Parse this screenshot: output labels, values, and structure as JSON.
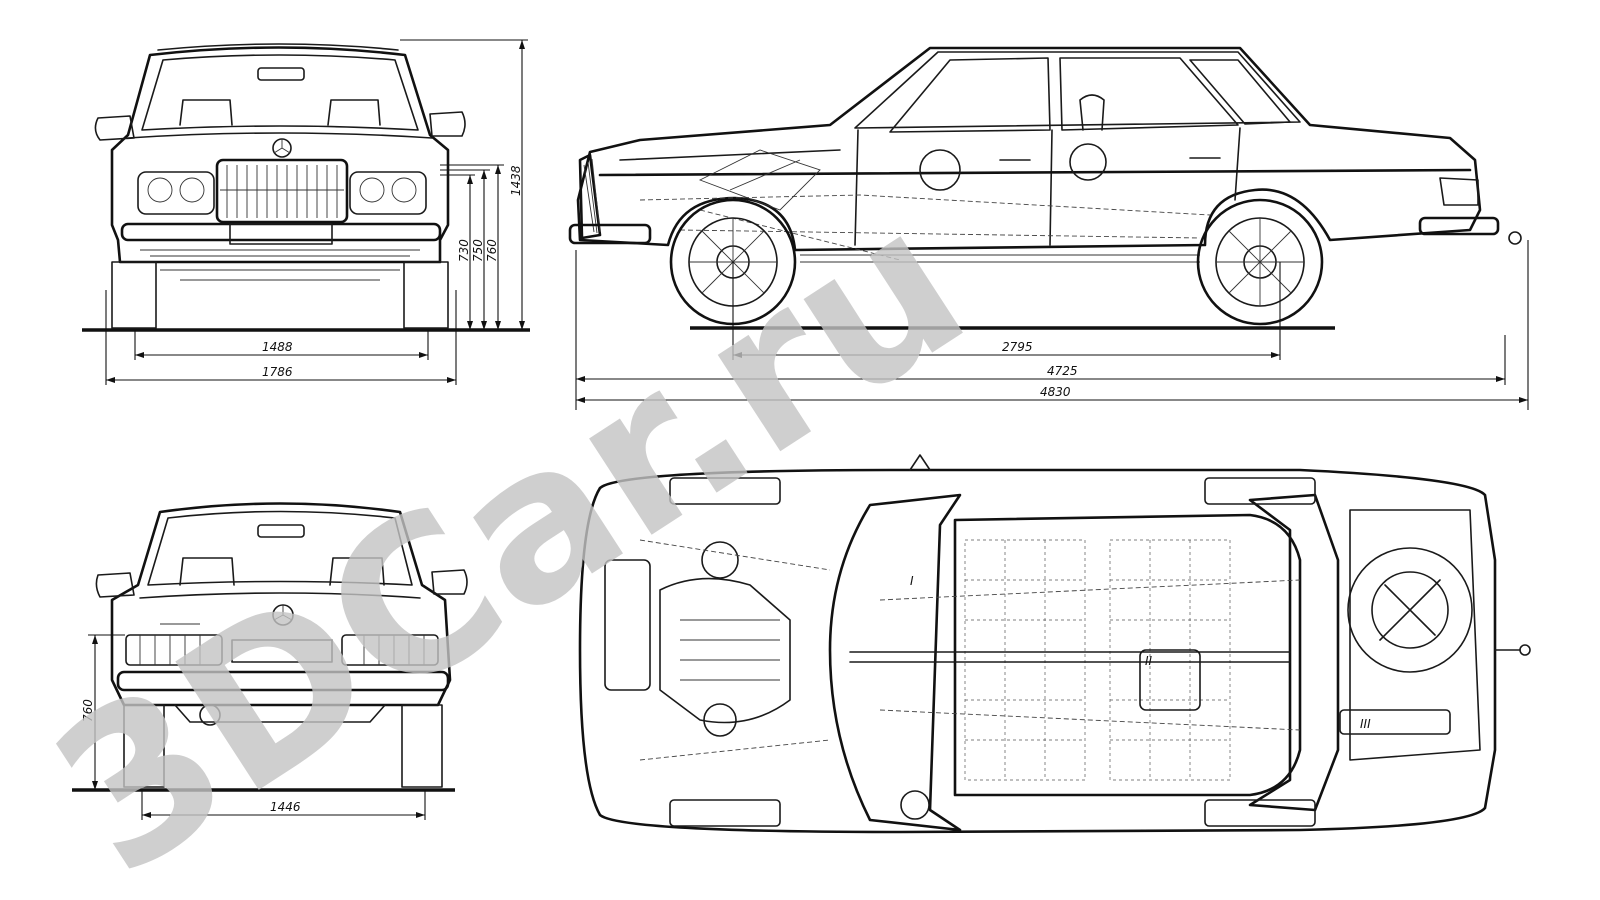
{
  "watermark": {
    "text": "3DCar.ru",
    "color": "#c4c4c4"
  },
  "front_view": {
    "dimensions": {
      "track_front": "1488",
      "overall_width": "1786",
      "height_730": "730",
      "height_750": "750",
      "height_760": "760",
      "overall_height": "1438"
    }
  },
  "side_view": {
    "dimensions": {
      "wheelbase": "2795",
      "length_4725": "4725",
      "length_4830": "4830"
    }
  },
  "rear_view": {
    "dimensions": {
      "track_rear": "1446",
      "height_760": "760"
    }
  },
  "top_view": {
    "labels": {
      "zone_1": "I",
      "zone_2": "II",
      "zone_3": "III"
    }
  }
}
